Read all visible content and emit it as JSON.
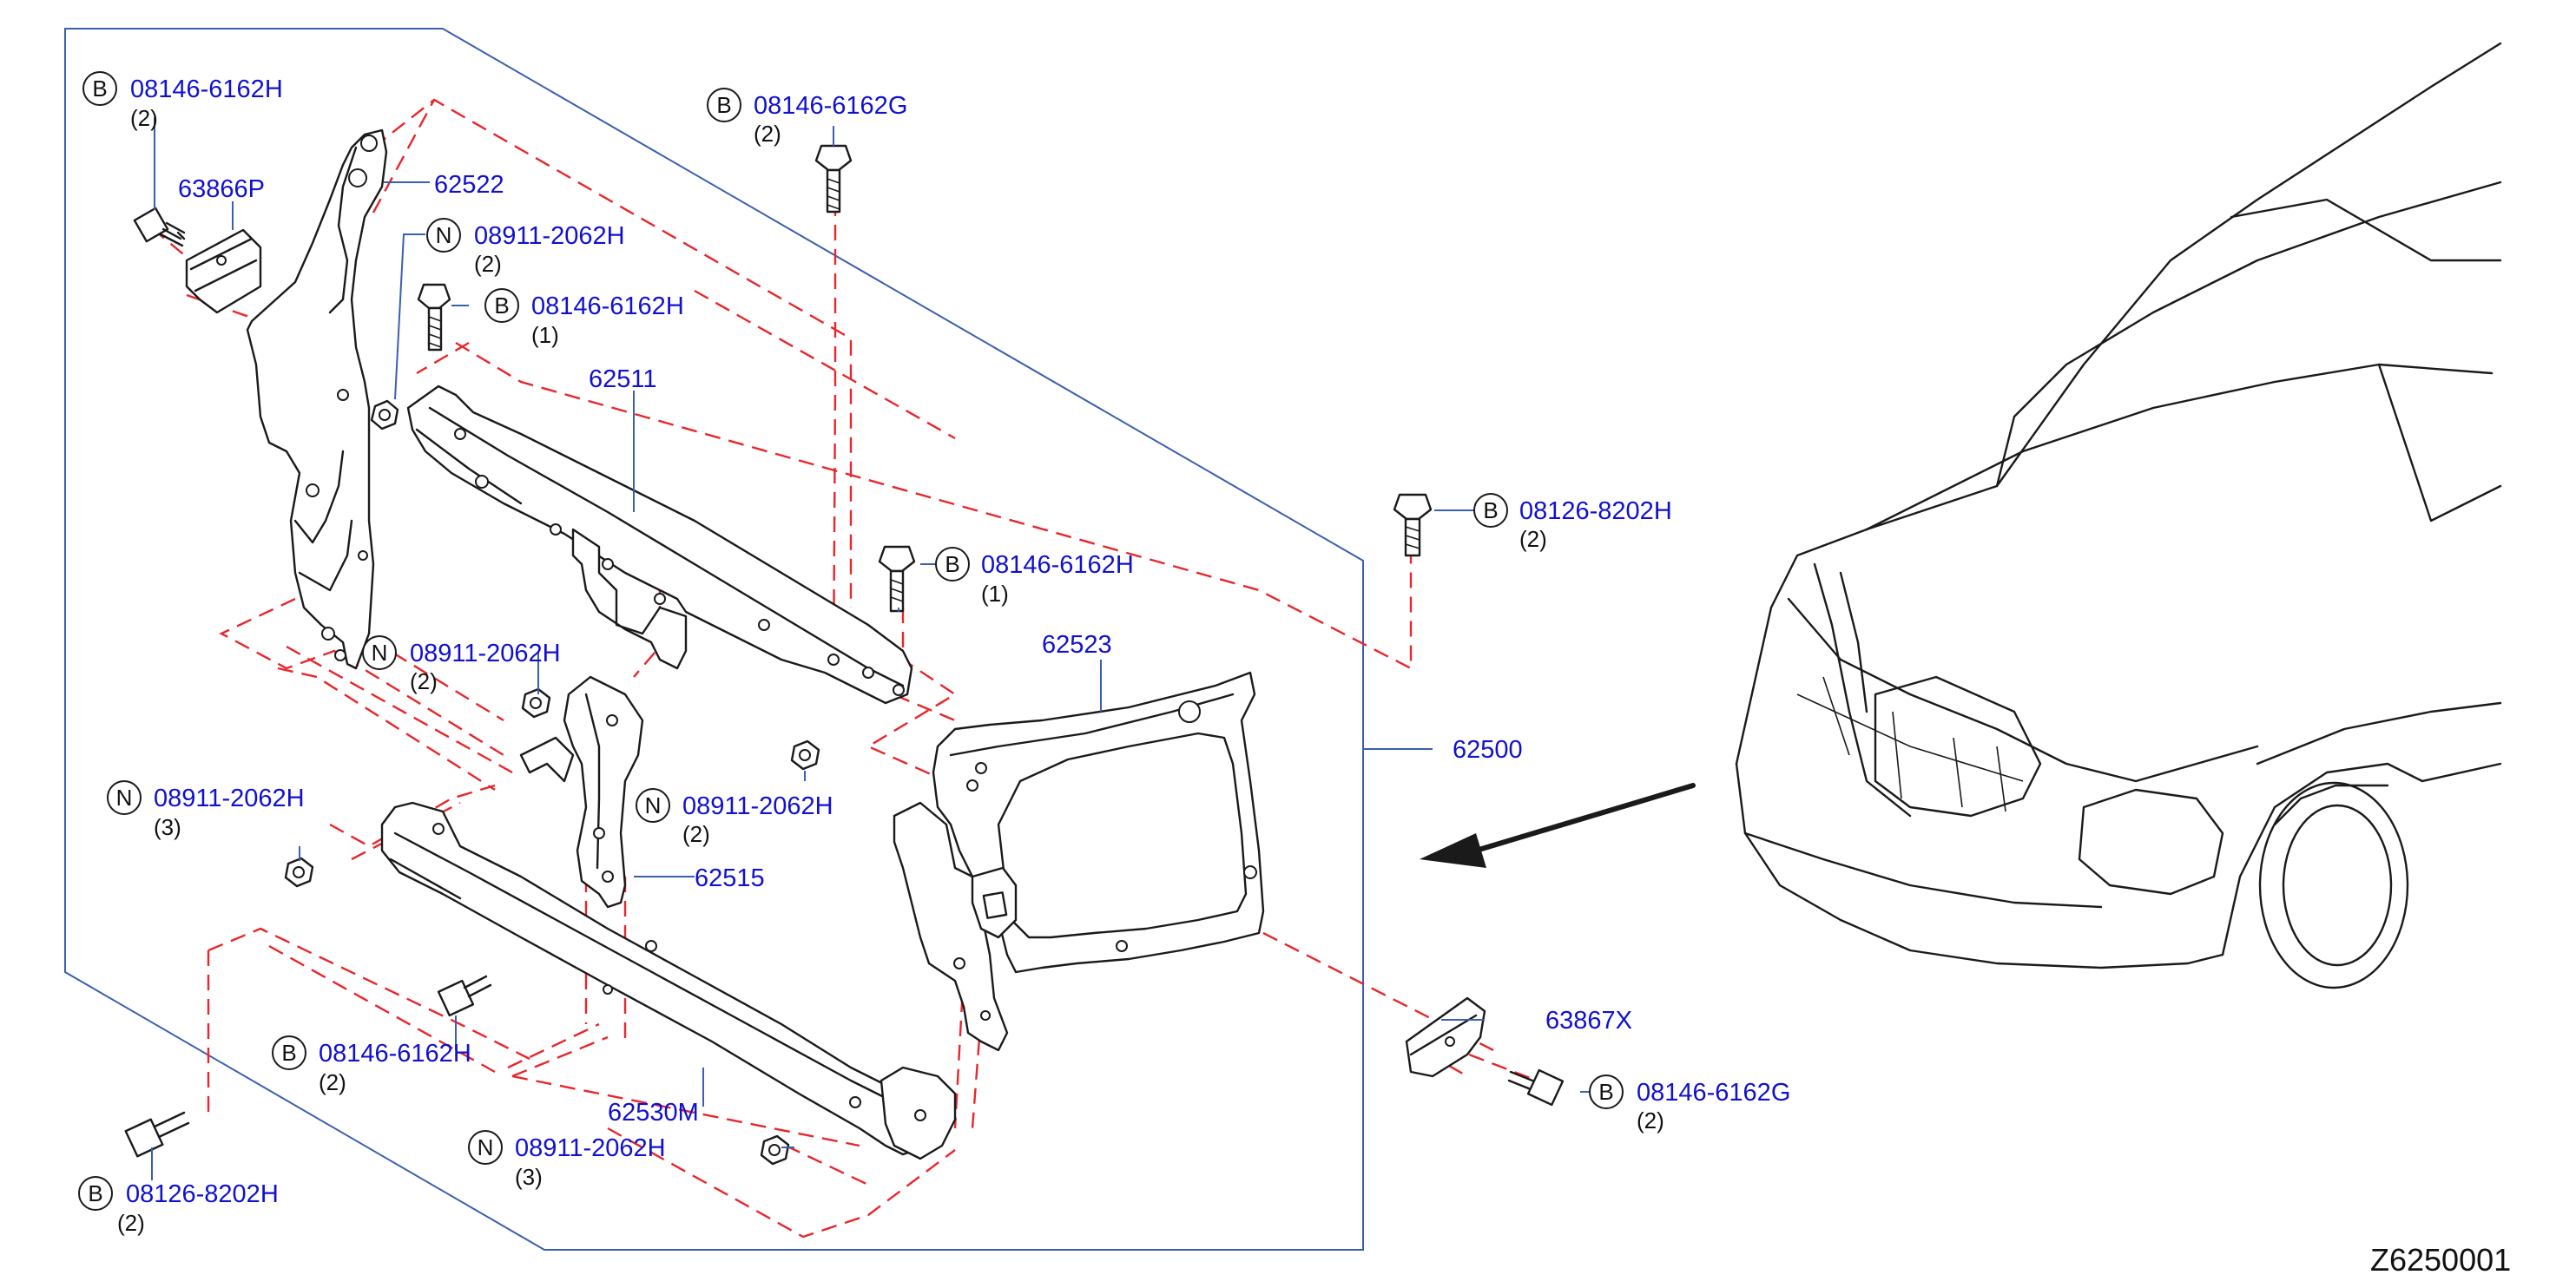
{
  "diagram_code": "Z6250001",
  "callouts": [
    {
      "id": "c1",
      "symbol": "B",
      "part": "08146-6162H",
      "qty": "(2)"
    },
    {
      "id": "c2",
      "symbol": "B",
      "part": "08146-6162G",
      "qty": "(2)"
    },
    {
      "id": "c3",
      "symbol": "",
      "part": "63866P",
      "qty": ""
    },
    {
      "id": "c4",
      "symbol": "",
      "part": "62522",
      "qty": ""
    },
    {
      "id": "c5",
      "symbol": "N",
      "part": "08911-2062H",
      "qty": "(2)"
    },
    {
      "id": "c6",
      "symbol": "B",
      "part": "08146-6162H",
      "qty": "(1)"
    },
    {
      "id": "c7",
      "symbol": "",
      "part": "62511",
      "qty": ""
    },
    {
      "id": "c8",
      "symbol": "B",
      "part": "08126-8202H",
      "qty": "(2)"
    },
    {
      "id": "c9",
      "symbol": "B",
      "part": "08146-6162H",
      "qty": "(1)"
    },
    {
      "id": "c10",
      "symbol": "N",
      "part": "08911-2062H",
      "qty": "(2)"
    },
    {
      "id": "c11",
      "symbol": "",
      "part": "62523",
      "qty": ""
    },
    {
      "id": "c12",
      "symbol": "",
      "part": "62500",
      "qty": ""
    },
    {
      "id": "c13",
      "symbol": "N",
      "part": "08911-2062H",
      "qty": "(2)"
    },
    {
      "id": "c14",
      "symbol": "N",
      "part": "08911-2062H",
      "qty": "(3)"
    },
    {
      "id": "c15",
      "symbol": "",
      "part": "62515",
      "qty": ""
    },
    {
      "id": "c16",
      "symbol": "",
      "part": "63867X",
      "qty": ""
    },
    {
      "id": "c17",
      "symbol": "B",
      "part": "08146-6162H",
      "qty": "(2)"
    },
    {
      "id": "c18",
      "symbol": "B",
      "part": "08146-6162G",
      "qty": "(2)"
    },
    {
      "id": "c19",
      "symbol": "",
      "part": "62530M",
      "qty": ""
    },
    {
      "id": "c20",
      "symbol": "N",
      "part": "08911-2062H",
      "qty": "(3)"
    },
    {
      "id": "c21",
      "symbol": "B",
      "part": "08126-8202H",
      "qty": "(2)"
    }
  ],
  "colors": {
    "part_number": "#1010d0",
    "dashed_line": "#e8262b",
    "frame": "#3a5fb0",
    "drawing": "#1a1a1a"
  }
}
